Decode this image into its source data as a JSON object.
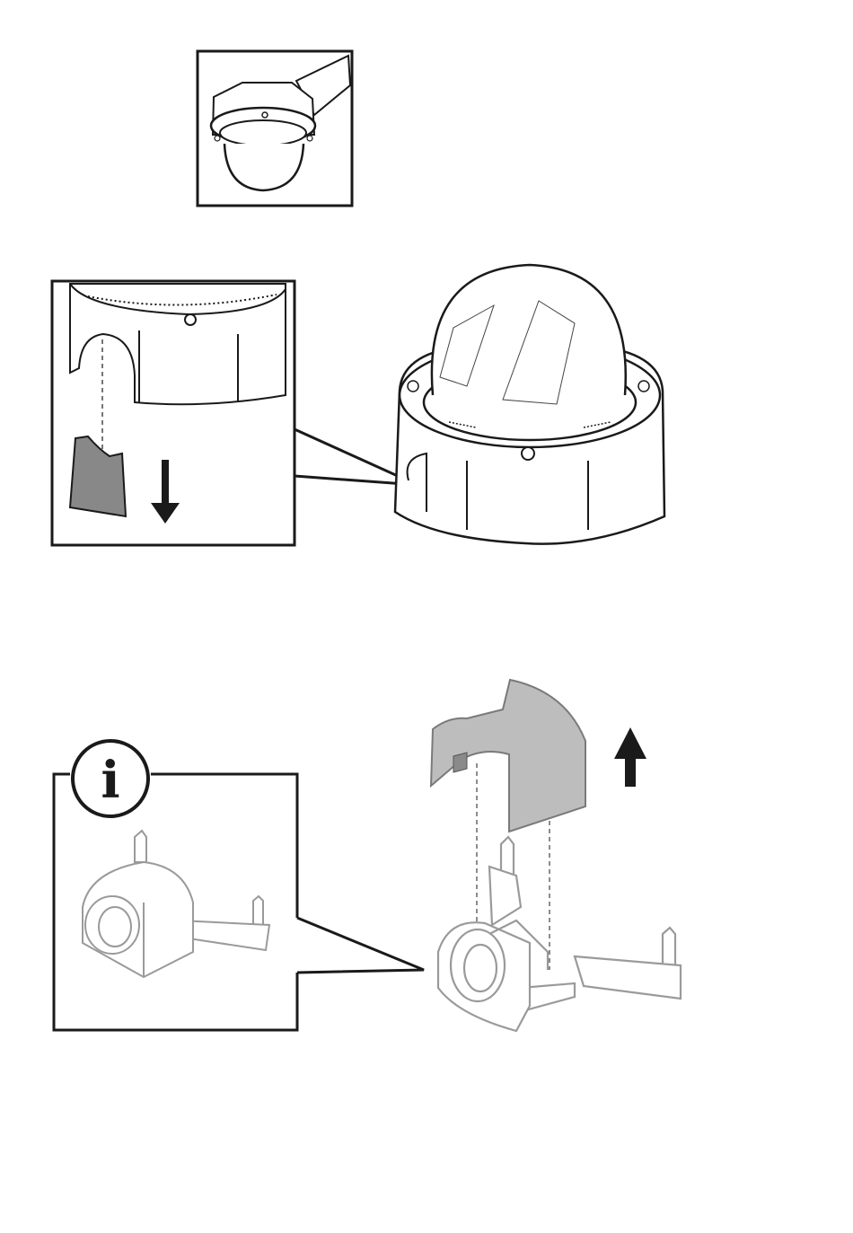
{
  "figure": {
    "info_badge": {
      "glyph": "i",
      "icon": "info-icon"
    },
    "colors": {
      "line": "#1a1a1a",
      "cover_fill": "#888888",
      "shield_fill": "#bdbdbd",
      "bracket_line": "#9a9a9a",
      "background": "#ffffff"
    },
    "panels": [
      {
        "name": "ceiling-mount-reference",
        "icon": "dome-camera-ceiling-icon"
      },
      {
        "name": "side-cover-removal",
        "icon": "side-cover-icon",
        "arrow": "down"
      },
      {
        "name": "cable-shield-removal",
        "icon": "cable-shield-icon",
        "arrow": "up"
      }
    ]
  }
}
